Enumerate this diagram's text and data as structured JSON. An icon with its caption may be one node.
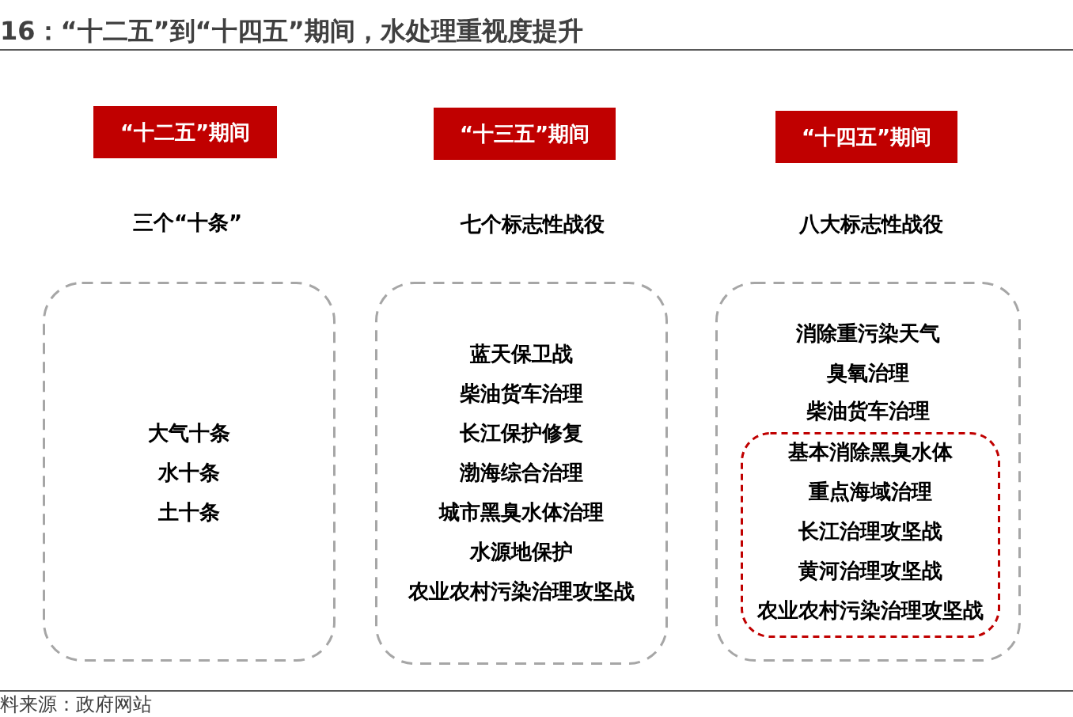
{
  "diagram": {
    "title": "16：“十二五”到“十四五”期间，水处理重视度提升",
    "caption": "料来源：政府网站",
    "nodes": [
      {
        "text": [
          "“十二五”期间"
        ]
      },
      {
        "text": [
          "“十三五”期间"
        ]
      },
      {
        "text": [
          "“十四五”期间"
        ]
      },
      {
        "text": [
          "三个“十条”",
          "大气十条",
          "水十条",
          "土十条"
        ]
      },
      {
        "text": [
          "七个标志性战役",
          "蓝天保卫战",
          "柴油货车治理",
          "长江保护修复",
          "渤海综合治理",
          "城市黑臭水体治理",
          "水源地保护",
          "农业农村污染治理攻坚战"
        ]
      },
      {
        "text": [
          "八大标志性战役",
          "消除重污染天气",
          "臭氧治理",
          "柴油货车治理"
        ]
      },
      {
        "text": [
          "基本消除黑臭水体",
          "重点海域治理",
          "长江治理攻坚战",
          "黄河治理攻坚战",
          "农业农村污染治理攻坚战"
        ],
        "in": 5
      }
    ]
  }
}
